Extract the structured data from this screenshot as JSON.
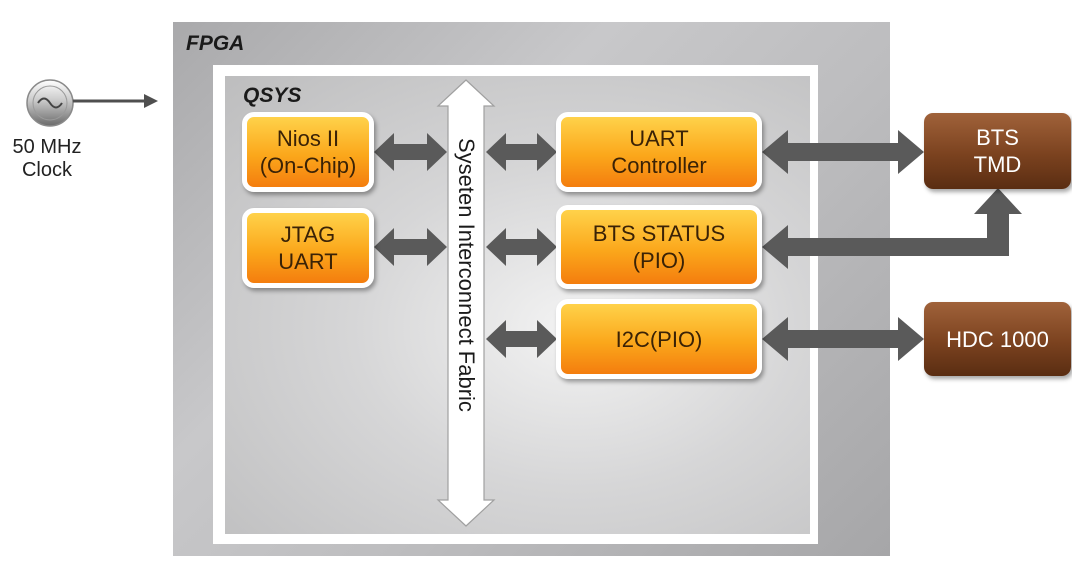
{
  "fpga": {
    "label": "FPGA"
  },
  "qsys": {
    "label": "QSYS"
  },
  "clock": {
    "line1": "50 MHz",
    "line2": "Clock"
  },
  "fabric": {
    "label": "Syseten Interconnect Fabric"
  },
  "blocks": {
    "nios": {
      "line1": "Nios II",
      "line2": "(On-Chip)"
    },
    "jtag": {
      "line1": "JTAG",
      "line2": "UART"
    },
    "uart": {
      "line1": "UART",
      "line2": "Controller"
    },
    "bts_status": {
      "line1": "BTS STATUS",
      "line2": "(PIO)"
    },
    "i2c": {
      "line1": "I2C(PIO)"
    },
    "bts_tmd": {
      "line1": "BTS",
      "line2": "TMD"
    },
    "hdc": {
      "line1": "HDC 1000"
    }
  },
  "colors": {
    "orange_top": "#ffd24a",
    "orange_bottom": "#f47d0e",
    "brown_top": "#a0623a",
    "brown_bottom": "#5a2d12",
    "arrow_gray": "#5a5a5a"
  }
}
